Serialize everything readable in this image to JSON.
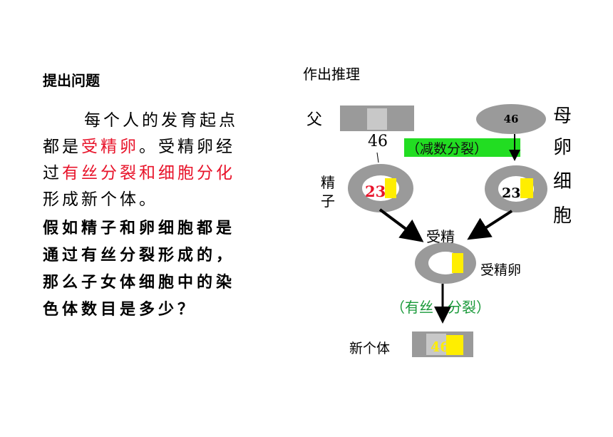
{
  "left": {
    "heading": "提出问题",
    "para_line1": "每个人的发育起点",
    "para_line2_a": "都是",
    "para_line2_b": "受精卵",
    "para_line2_c": "。受精卵经",
    "para_line3_a": "过",
    "para_line3_b": "有丝分裂和细胞分化",
    "para_line4": "形成新个体。",
    "question": [
      "假如精子和卵细胞都是",
      "通过有丝分裂形成的，",
      "那么子女体细胞中的染",
      "色体数目是多少？"
    ]
  },
  "right": {
    "heading": "作出推理",
    "father": "父",
    "father_number": "46",
    "mother_number": "46",
    "mother_chars": [
      "母",
      "卵",
      "细",
      "胞"
    ],
    "sperm_chars": [
      "精",
      "子"
    ],
    "meiosis": "（减数分裂）",
    "sperm_number": "23",
    "egg_number": "23",
    "fertilization": "受精",
    "zygote": "受精卵",
    "mitosis_a": "（有丝",
    "mitosis_b": "分裂）",
    "new_individual": "新个体",
    "new_number": "46"
  },
  "colors": {
    "accent_red": "#e8132a",
    "green_label": "#1a9a3a",
    "green_bar": "#22dd22",
    "cell_gray": "#9a9a9a",
    "yellow": "#ffee00"
  }
}
